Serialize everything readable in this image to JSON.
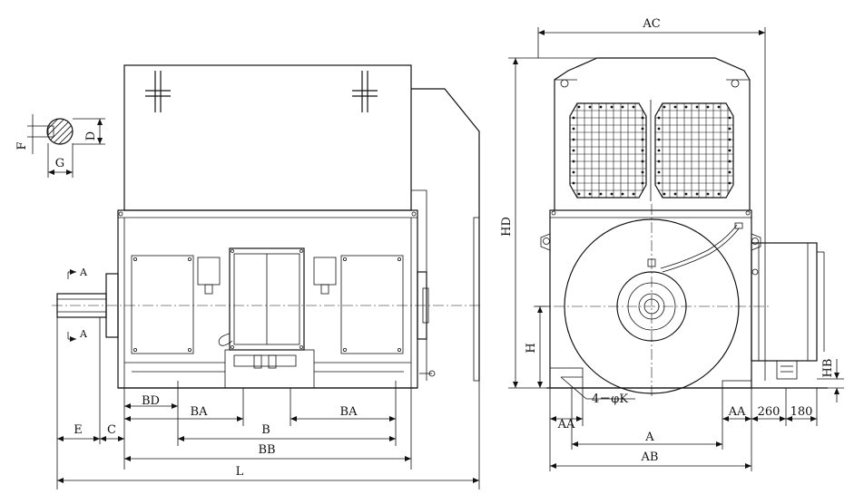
{
  "labels": {
    "AC": "AC",
    "HD": "HD",
    "H": "H",
    "HB": "HB",
    "A_right": "A",
    "AB": "AB",
    "AA_left": "AA",
    "AA_right": "AA",
    "dim_260": "260",
    "dim_180": "180",
    "holes": "4－φK",
    "L": "L",
    "BB": "BB",
    "B": "B",
    "BA_left": "BA",
    "BA_right": "BA",
    "BD": "BD",
    "E": "E",
    "C": "C",
    "F": "F",
    "G": "G",
    "D": "D",
    "section_top": "A",
    "section_bottom": "A"
  }
}
